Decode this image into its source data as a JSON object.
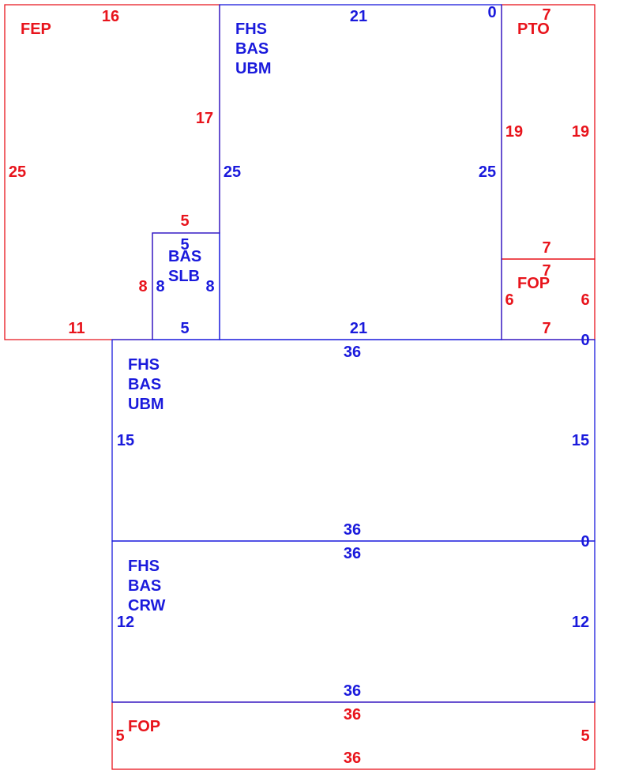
{
  "colors": {
    "red": "#e8141c",
    "blue": "#1a1adc"
  },
  "areas": [
    {
      "id": "fep",
      "color": "red",
      "label_lines": [
        "FEP"
      ],
      "dims": {
        "top": "16",
        "right_upper": "17",
        "left": "25",
        "notch_top": "5",
        "notch_side": "8",
        "bottom": "11"
      }
    },
    {
      "id": "fhs-bas-ubm-upper",
      "color": "blue",
      "label_lines": [
        "FHS",
        "BAS",
        "UBM"
      ],
      "dims": {
        "top": "21",
        "top_right": "0",
        "left": "25",
        "right": "25",
        "bottom": "21"
      }
    },
    {
      "id": "bas-slb",
      "color": "blue",
      "label_lines": [
        "BAS",
        "SLB"
      ],
      "dims": {
        "top": "5",
        "left": "8",
        "right": "8",
        "bottom": "5"
      }
    },
    {
      "id": "pto",
      "color": "red",
      "label_lines": [
        "PTO"
      ],
      "dims": {
        "top": "7",
        "left": "19",
        "right": "19",
        "bottom": "7"
      }
    },
    {
      "id": "fop-upper",
      "color": "red",
      "label_lines": [
        "FOP"
      ],
      "dims": {
        "top": "7",
        "left": "6",
        "right": "6",
        "bottom": "7"
      }
    },
    {
      "id": "fhs-bas-ubm-lower",
      "color": "blue",
      "label_lines": [
        "FHS",
        "BAS",
        "UBM"
      ],
      "dims": {
        "top": "36",
        "top_right": "0",
        "left": "15",
        "right": "15",
        "bottom": "36"
      }
    },
    {
      "id": "fhs-bas-crw",
      "color": "blue",
      "label_lines": [
        "FHS",
        "BAS",
        "CRW"
      ],
      "dims": {
        "top": "36",
        "top_right": "0",
        "left": "12",
        "right": "12",
        "bottom": "36"
      }
    },
    {
      "id": "fop-lower",
      "color": "red",
      "label_lines": [
        "FOP"
      ],
      "dims": {
        "top": "36",
        "left": "5",
        "right": "5",
        "bottom": "36"
      }
    }
  ]
}
